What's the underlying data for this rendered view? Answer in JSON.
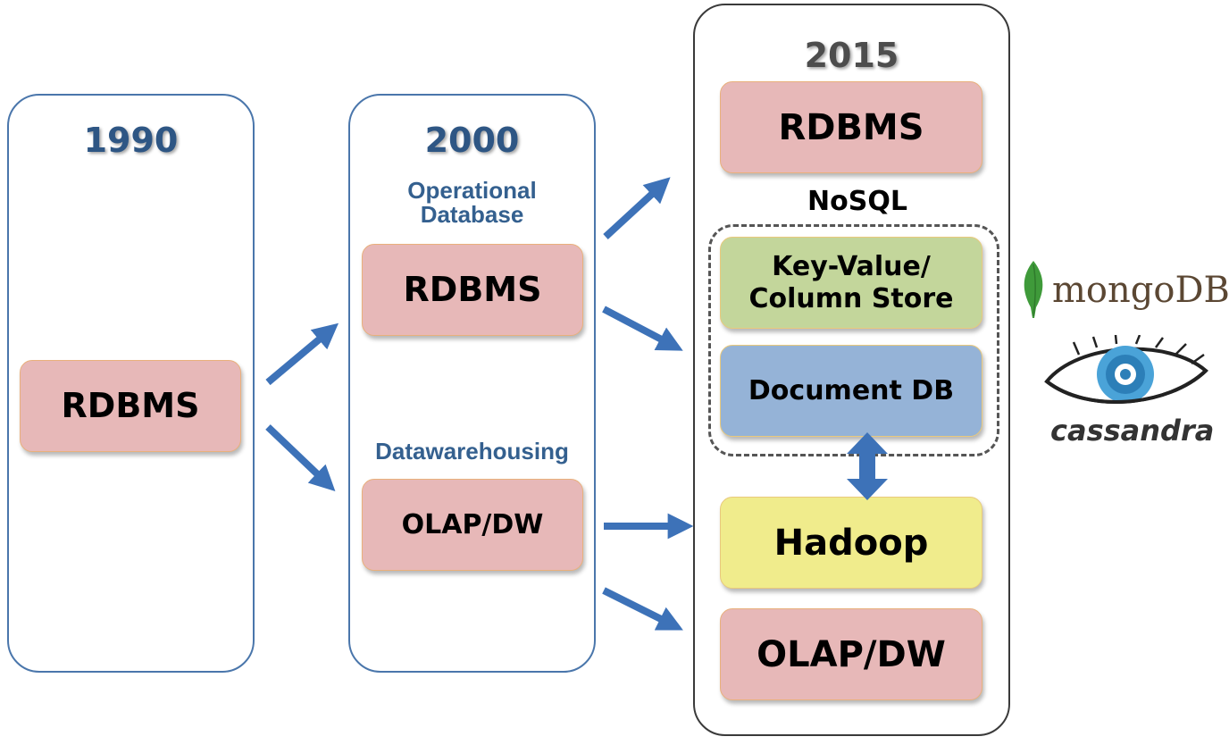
{
  "eras": [
    {
      "year": "1990",
      "boxes": [
        {
          "label": "RDBMS"
        }
      ]
    },
    {
      "year": "2000",
      "sections": [
        {
          "title": "Operational\nDatabase",
          "box": "RDBMS"
        },
        {
          "title": "Datawarehousing",
          "box": "OLAP/DW"
        }
      ]
    },
    {
      "year": "2015",
      "rdbms": "RDBMS",
      "nosql_label": "NoSQL",
      "nosql_boxes": [
        "Key-Value/\nColumn Store",
        "Document DB"
      ],
      "hadoop": "Hadoop",
      "olap": "OLAP/DW"
    }
  ],
  "logos": {
    "mongodb": "mongoDB",
    "cassandra": "cassandra"
  },
  "colors": {
    "era_border": "#4a76ab",
    "year_text": "#2e5684",
    "arrow": "#3d72b8",
    "rdbms_box": "#e7b8b8",
    "key_value_box": "#c3d69b",
    "document_box": "#95b3d7",
    "hadoop_box": "#f0ec8c",
    "mongodb_leaf": "#3f9a3a",
    "cassandra_eye": "#4aa3d8"
  }
}
